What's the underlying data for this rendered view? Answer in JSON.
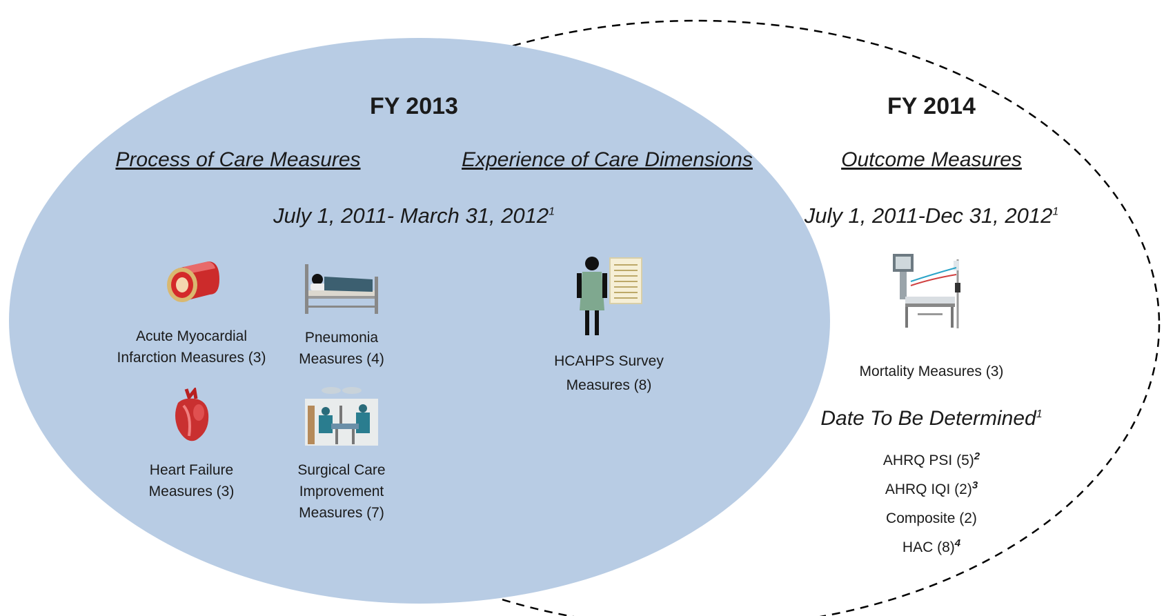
{
  "fy2013": {
    "title": "FY 2013",
    "process_heading": "Process of Care Measures",
    "experience_heading": "Experience of Care Dimensions",
    "date": "July 1, 2011- March 31, 2012",
    "date_note": "1",
    "measures": {
      "ami_line1": "Acute Myocardial",
      "ami_line2": "Infarction Measures (3)",
      "pneumonia_line1": "Pneumonia",
      "pneumonia_line2": "Measures (4)",
      "hf_line1": "Heart Failure",
      "hf_line2": "Measures (3)",
      "scip_line1": "Surgical Care",
      "scip_line2": "Improvement",
      "scip_line3": "Measures (7)",
      "hcahps_line1": "HCAHPS Survey",
      "hcahps_line2": "Measures (8)"
    }
  },
  "fy2014": {
    "title": "FY 2014",
    "outcome_heading": "Outcome Measures",
    "date": "July 1, 2011-Dec 31, 2012",
    "date_note": "1",
    "mortality": "Mortality Measures (3)",
    "tbd_heading": "Date To Be Determined",
    "tbd_note": "1",
    "items": [
      {
        "text": "AHRQ PSI (5)",
        "note": "2"
      },
      {
        "text": "AHRQ IQI (2)",
        "note": "3"
      },
      {
        "text": "Composite (2)",
        "note": ""
      },
      {
        "text": "HAC (8)",
        "note": "4"
      }
    ]
  },
  "colors": {
    "inner_ellipse": "#b8cce4",
    "outer_ellipse_stroke": "#000000"
  },
  "icons": [
    "artery-icon",
    "hospital-bed-icon",
    "heart-icon",
    "surgery-icon",
    "patient-survey-icon",
    "icu-bed-icon"
  ]
}
